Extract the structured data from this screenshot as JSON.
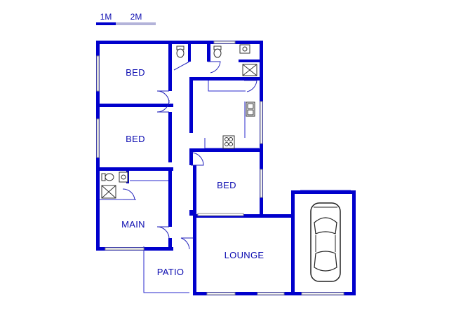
{
  "scale": {
    "label_1": "1M",
    "label_2": "2M",
    "primary_color": "#0000cc",
    "secondary_color": "#b3b3d9"
  },
  "rooms": {
    "bed_1": "BED",
    "bed_2": "BED",
    "bed_3": "BED",
    "main": "MAIN",
    "patio": "PATIO",
    "lounge": "LOUNGE"
  },
  "colors": {
    "wall": "#0000cc",
    "label": "#0b0bb0",
    "window": "#8a8a8a"
  }
}
